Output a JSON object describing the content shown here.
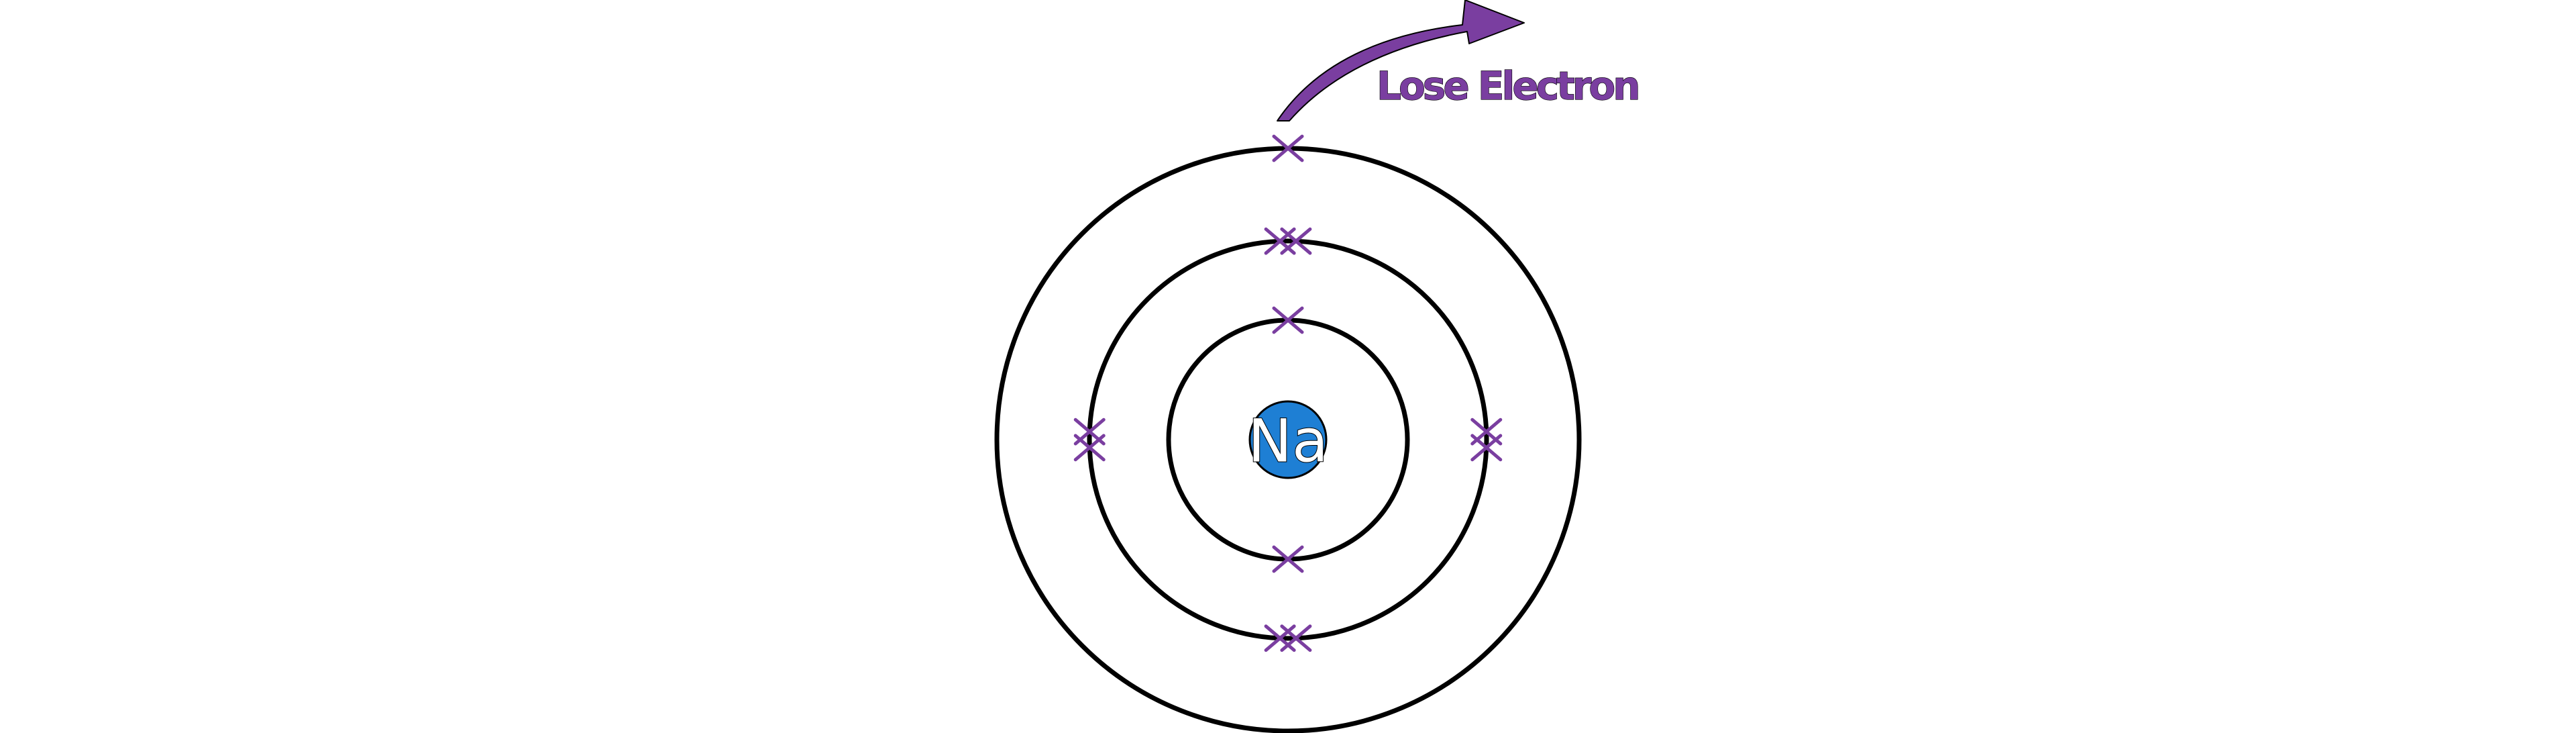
{
  "diagram": {
    "nucleus": {
      "symbol": "Na",
      "fill_color": "#1e7fd4"
    },
    "electron_color": "#7a3ea0",
    "shells": [
      {
        "name": "shell-1",
        "electron_count": 2
      },
      {
        "name": "shell-2",
        "electron_count": 8
      },
      {
        "name": "shell-3",
        "electron_count": 1
      }
    ],
    "annotation": {
      "label": "Lose Electron",
      "color": "#7a3ea0"
    }
  }
}
